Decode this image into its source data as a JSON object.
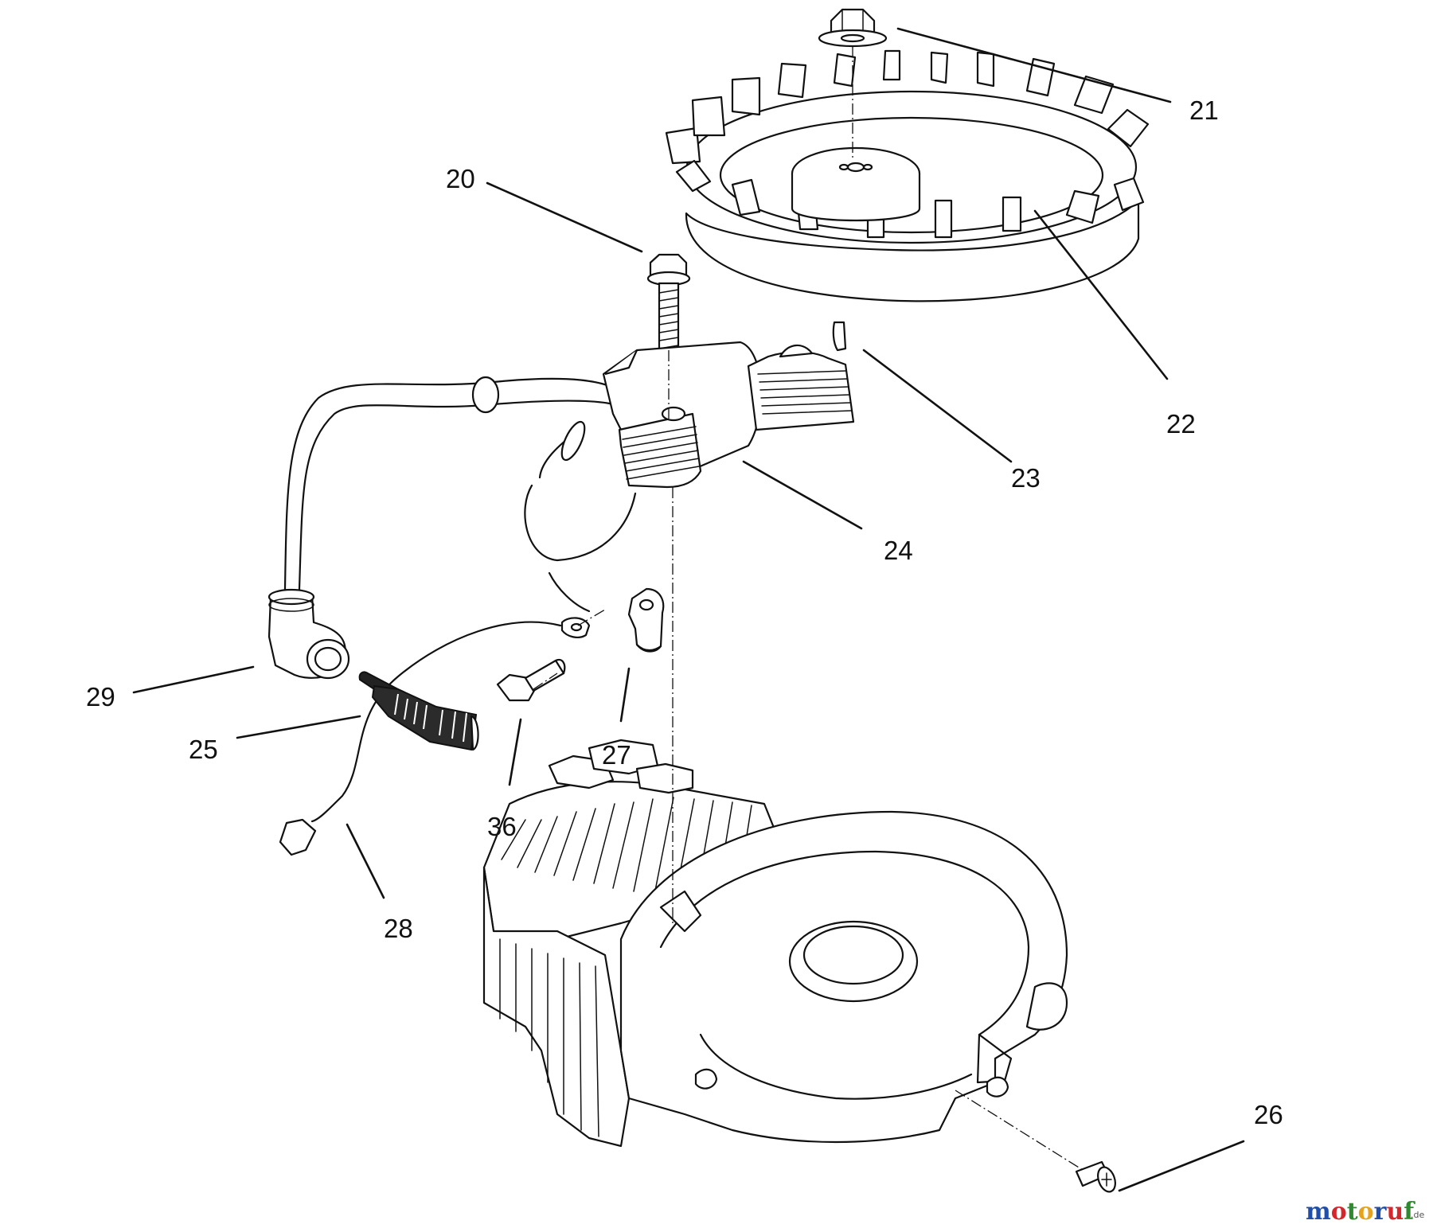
{
  "callouts": [
    {
      "id": "c20",
      "label": "20"
    },
    {
      "id": "c21",
      "label": "21"
    },
    {
      "id": "c22",
      "label": "22"
    },
    {
      "id": "c23",
      "label": "23"
    },
    {
      "id": "c24",
      "label": "24"
    },
    {
      "id": "c25",
      "label": "25"
    },
    {
      "id": "c26",
      "label": "26"
    },
    {
      "id": "c27",
      "label": "27"
    },
    {
      "id": "c28",
      "label": "28"
    },
    {
      "id": "c29",
      "label": "29"
    },
    {
      "id": "c36",
      "label": "36"
    }
  ],
  "watermark": {
    "brand_parts": [
      "m",
      "o",
      "t",
      "o",
      "r",
      "u",
      "f"
    ],
    "brand_colors": [
      "#1f4fa8",
      "#d4262b",
      "#2f8a2f",
      "#e7a21b",
      "#1f4fa8",
      "#d4262b",
      "#2f8a2f"
    ],
    "suffix": ".de"
  }
}
